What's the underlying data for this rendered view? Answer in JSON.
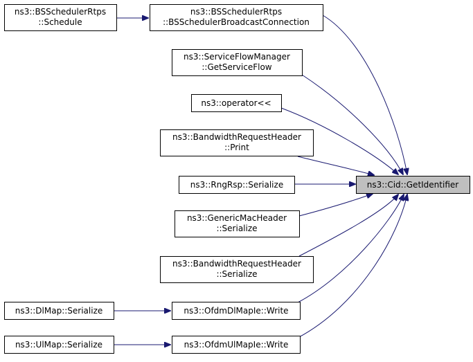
{
  "colors": {
    "edge": "#191970",
    "target_fill": "#bfbfbf",
    "node_fill": "#ffffff"
  },
  "nodes": {
    "schedule": [
      "ns3::BSSchedulerRtps",
      "::Schedule"
    ],
    "broadcast": [
      "ns3::BSSchedulerRtps",
      "::BSSchedulerBroadcastConnection"
    ],
    "serviceflow": [
      "ns3::ServiceFlowManager",
      "::GetServiceFlow"
    ],
    "operator": [
      "ns3::operator<<"
    ],
    "bwprint": [
      "ns3::BandwidthRequestHeader",
      "::Print"
    ],
    "rngrsp": [
      "ns3::RngRsp::Serialize"
    ],
    "genericmac": [
      "ns3::GenericMacHeader",
      "::Serialize"
    ],
    "bwserialize": [
      "ns3::BandwidthRequestHeader",
      "::Serialize"
    ],
    "dlwrite": [
      "ns3::OfdmDlMapIe::Write"
    ],
    "dlmap": [
      "ns3::DlMap::Serialize"
    ],
    "ulmap": [
      "ns3::UlMap::Serialize"
    ],
    "ulwrite": [
      "ns3::OfdmUlMapIe::Write"
    ],
    "target": [
      "ns3::Cid::GetIdentifier"
    ]
  }
}
